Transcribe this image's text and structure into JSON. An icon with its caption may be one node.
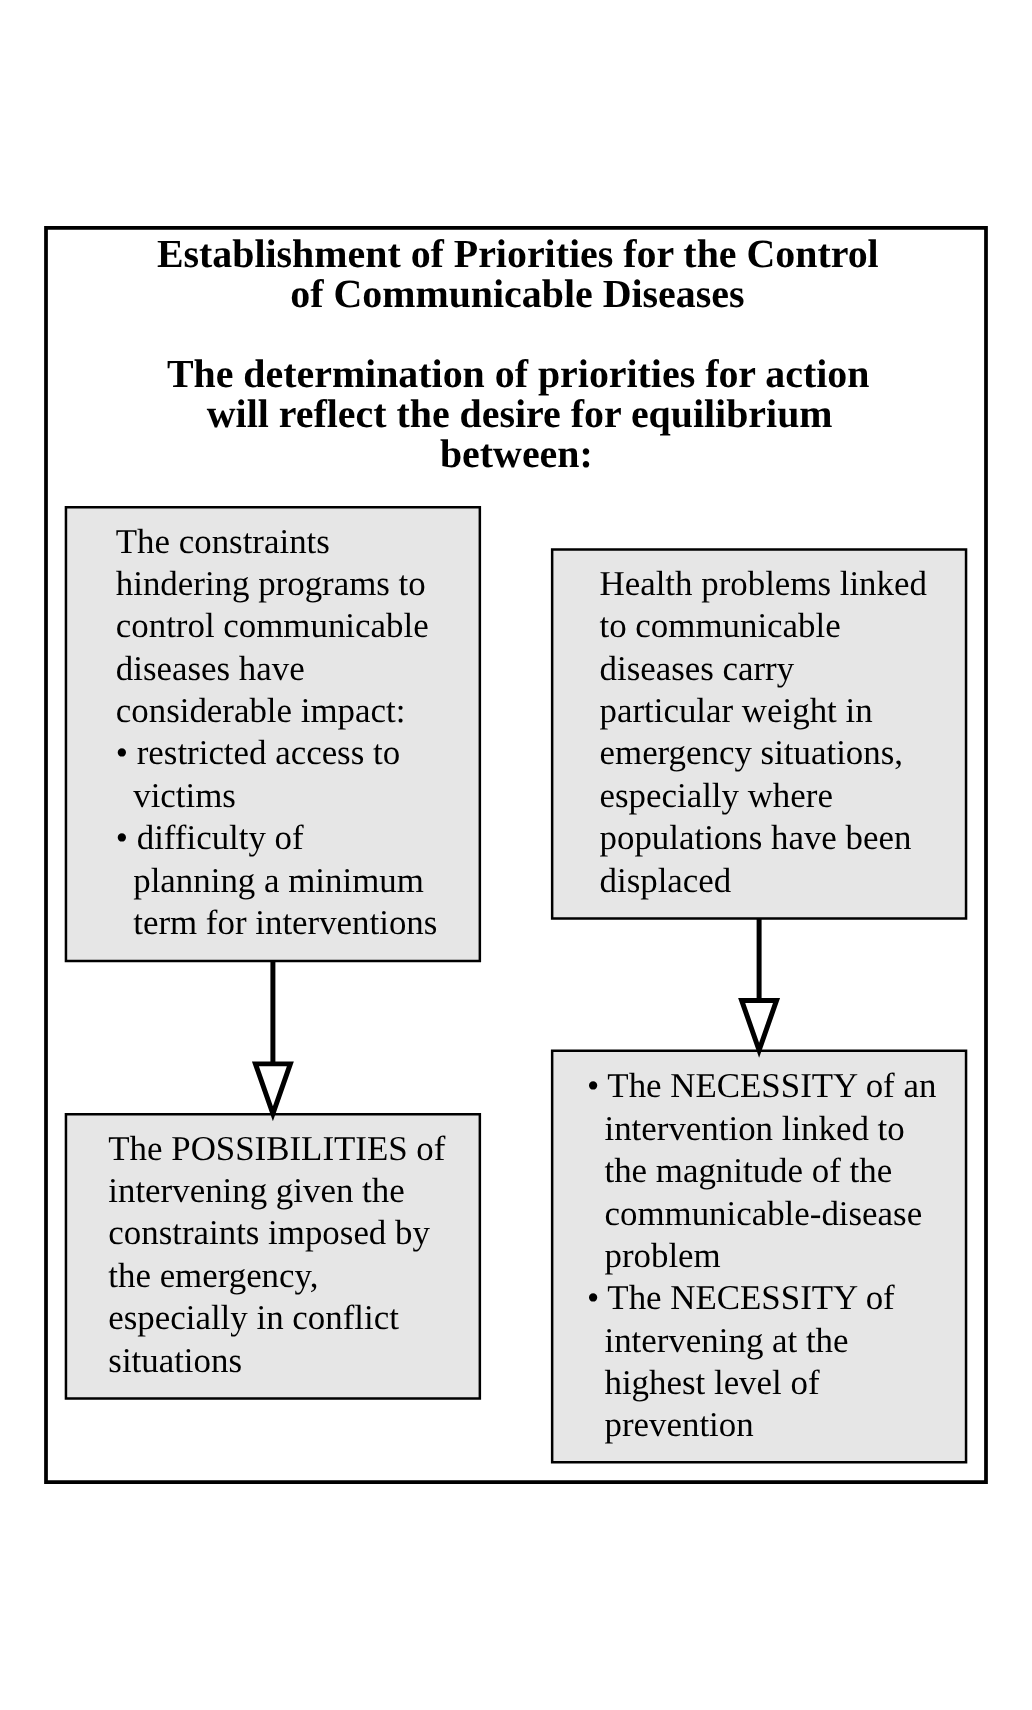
{
  "diagram": {
    "nodes": [
      {
        "text": [
          "Establishment of Priorities for the Control of Communicable Diseases",
          "The determination of priorities for action will reflect the desire for equilibrium between:"
        ]
      },
      {
        "text": [
          "Health problems linked to communicable diseases carry particular weight in emergency situations, especially where populations have been displaced"
        ],
        "in": 0
      },
      {
        "text": [
          "The constraints hindering programs to control communicable diseases have considerable impact:",
          "• restricted access to victims",
          "• difficulty of planning a minimum term for interventions"
        ],
        "in": 0
      },
      {
        "text": [
          "• The NECESSITY of an intervention linked to the magnitude of the communicable-disease problem",
          "• The NECESSITY of intervening at the highest level of prevention"
        ],
        "in": 0
      },
      {
        "text": [
          "The POSSIBILITIES of intervening given the constraints imposed by the emergency, especially in conflict situations"
        ],
        "in": 0
      }
    ],
    "edges": [
      {
        "from": 1,
        "to": 3,
        "arrow": "to"
      },
      {
        "from": 2,
        "to": 4,
        "arrow": "to"
      }
    ]
  }
}
